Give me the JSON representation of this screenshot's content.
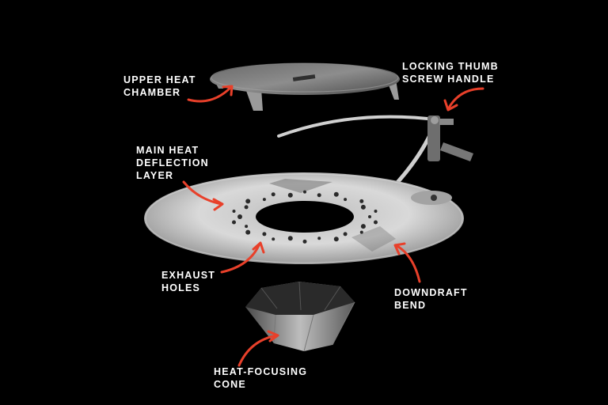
{
  "labels": {
    "upper_heat_chamber": [
      "UPPER HEAT",
      "CHAMBER"
    ],
    "locking_thumb_screw_handle": [
      "LOCKING THUMB",
      "SCREW HANDLE"
    ],
    "main_heat_deflection_layer": [
      "MAIN HEAT",
      "DEFLECTION",
      "LAYER"
    ],
    "exhaust_holes": [
      "EXHAUST",
      "HOLES"
    ],
    "downdraft_bend": [
      "DOWNDRAFT",
      "BEND"
    ],
    "heat_focusing_cone": [
      "HEAT-FOCUSING",
      "CONE"
    ]
  },
  "colors": {
    "background": "#000000",
    "label_text": "#ffffff",
    "arrow": "#e8402a",
    "metal_light": "#d9d9d9",
    "metal_mid": "#9a9a9a",
    "metal_dark": "#3a3a3a"
  }
}
